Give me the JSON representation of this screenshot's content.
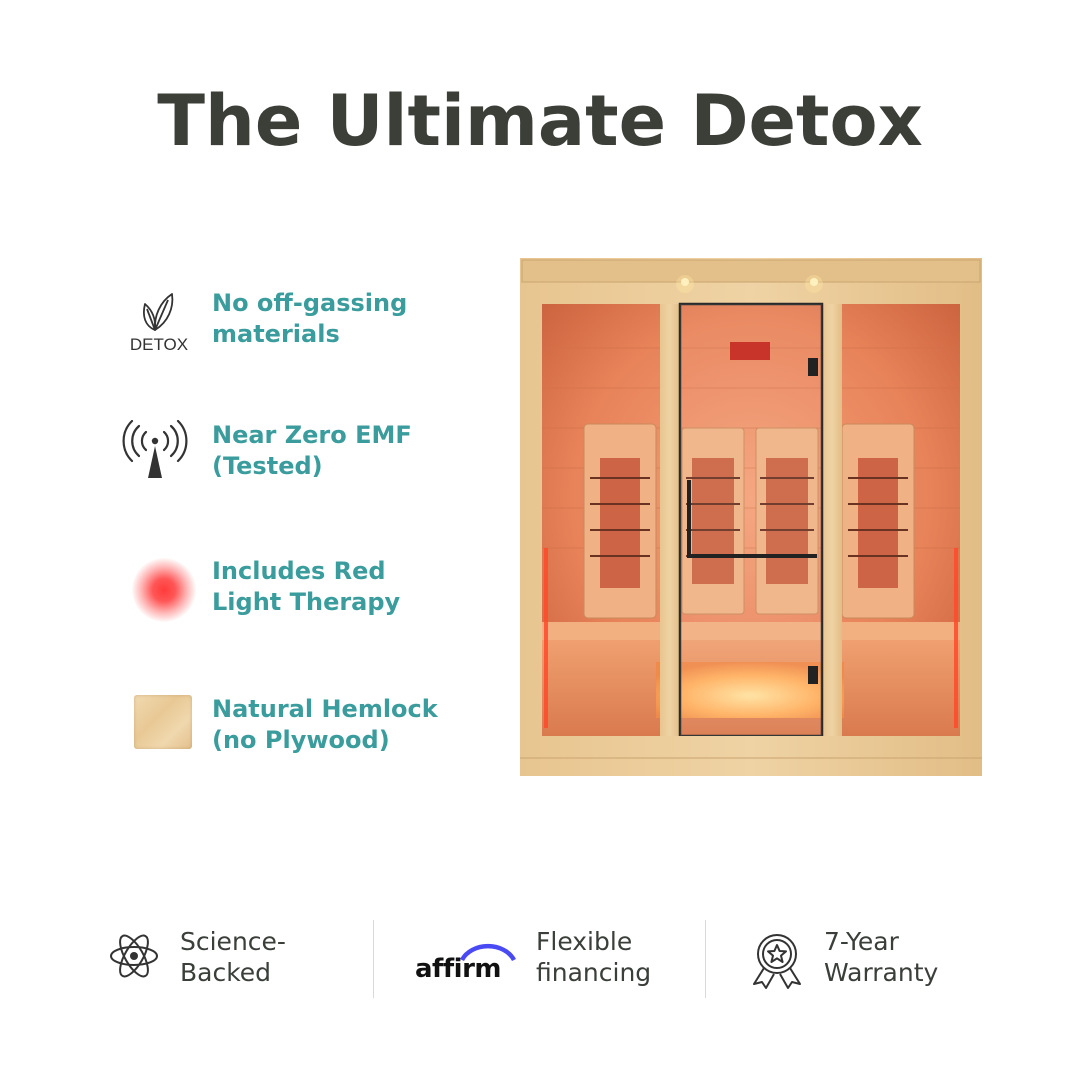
{
  "title": "The Ultimate Detox",
  "features": [
    {
      "icon": "leaf-icon",
      "icon_text": "DETOX",
      "label_line1": "No off-gassing",
      "label_line2": "materials"
    },
    {
      "icon": "antenna-icon",
      "label_line1": "Near Zero EMF",
      "label_line2": "(Tested)"
    },
    {
      "icon": "red-light-icon",
      "label_line1": "Includes Red",
      "label_line2": "Light Therapy"
    },
    {
      "icon": "wood-swatch-icon",
      "label_line1": "Natural Hemlock",
      "label_line2": "(no Plywood)"
    }
  ],
  "badges": [
    {
      "icon": "atom-icon",
      "label_line1": "Science-",
      "label_line2": "Backed"
    },
    {
      "icon": "affirm-logo",
      "logo_text": "affirm",
      "label_line1": "Flexible",
      "label_line2": "financing"
    },
    {
      "icon": "award-ribbon-icon",
      "label_line1": "7-Year",
      "label_line2": "Warranty"
    }
  ],
  "colors": {
    "title": "#3b3f38",
    "feature_text": "#3a9c9c",
    "red_light": "#ff3b3b",
    "wood": "#e8c995",
    "affirm_arc": "#4a4af4"
  }
}
